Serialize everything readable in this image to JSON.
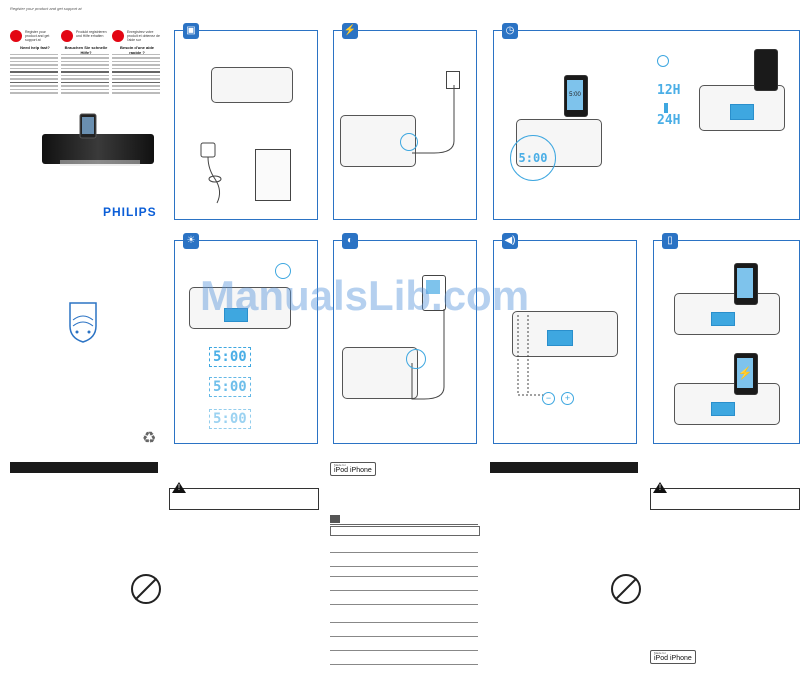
{
  "left_column": {
    "tagline": "Register your product and get support at",
    "register_boxes": [
      {
        "header": "Register your product and get support at",
        "title": "Need help fast?"
      },
      {
        "header": "Produkt registrieren und Hilfe erhalten",
        "title": "Brauchen Sie schnelle Hilfe?"
      },
      {
        "header": "Enregistrez votre produit et obtenez de l'aide sur",
        "title": "Besoin d'une aide rapide ?"
      }
    ],
    "brand": "PHILIPS"
  },
  "panels": {
    "p1": {
      "icon": "box-icon"
    },
    "p2": {
      "icon": "plug-icon"
    },
    "p3": {
      "icon": "clock-icon",
      "time": "5:00",
      "time_big": "5:00",
      "mode_12": "12H",
      "mode_24": "24H"
    },
    "p4": {
      "icon": "brightness-icon",
      "times": [
        "5:00",
        "5:00",
        "5:00"
      ]
    },
    "p5": {
      "icon": "audio-in-icon"
    },
    "p6": {
      "icon": "volume-icon",
      "minus": "−",
      "plus": "+"
    },
    "p7": {
      "icon": "phone-icon"
    }
  },
  "badges": {
    "made_for": "Made for",
    "ipod": "iPod",
    "iphone": "iPhone"
  },
  "watermark": "ManualsLib.com",
  "colors": {
    "accent": "#2b73c4",
    "lcd": "#3ea7e0",
    "brand": "#0b5ed7"
  }
}
